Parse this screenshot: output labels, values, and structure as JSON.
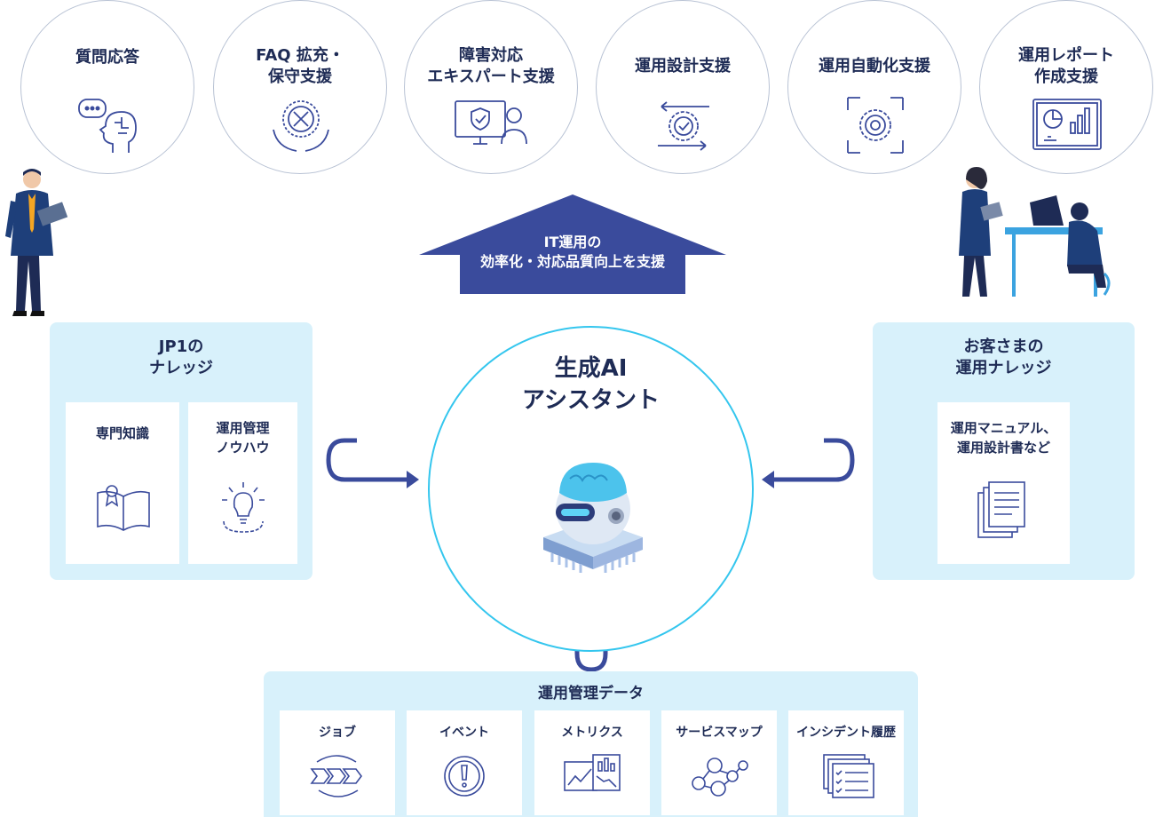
{
  "services": [
    {
      "label": "質問応答",
      "icon": "ai-head-chat-icon"
    },
    {
      "label": "FAQ 拡充・\n保守支援",
      "icon": "wrench-hands-icon"
    },
    {
      "label": "障害対応\nエキスパート支援",
      "icon": "shield-expert-monitor-icon"
    },
    {
      "label": "運用設計支援",
      "icon": "gear-cycle-icon"
    },
    {
      "label": "運用自動化支援",
      "icon": "automation-gear-icon"
    },
    {
      "label": "運用レポート\n作成支援",
      "icon": "report-chart-icon"
    }
  ],
  "arrow_text": "IT運用の\n効率化・対応品質向上を支援",
  "left_panel": {
    "title": "JP1の\nナレッジ",
    "cards": [
      {
        "label": "専門知識",
        "icon": "book-icon"
      },
      {
        "label": "運用管理\nノウハウ",
        "icon": "lightbulb-gear-icon"
      }
    ]
  },
  "center": {
    "title": "生成AI\nアシスタント",
    "icon": "ai-robot-icon"
  },
  "right_panel": {
    "title": "お客さまの\n運用ナレッジ",
    "card": {
      "label": "運用マニュアル、\n運用設計書など",
      "icon": "documents-icon"
    }
  },
  "data_panel": {
    "title": "運用管理データ",
    "cards": [
      {
        "label": "ジョブ",
        "icon": "job-flow-icon"
      },
      {
        "label": "イベント",
        "icon": "alert-icon"
      },
      {
        "label": "メトリクス",
        "icon": "metrics-chart-icon"
      },
      {
        "label": "サービスマップ",
        "icon": "service-map-icon"
      },
      {
        "label": "インシデント履歴",
        "icon": "incident-list-icon"
      }
    ]
  },
  "colors": {
    "navy": "#1e2b55",
    "arrow": "#3a4b9c",
    "panel": "#d8f1fb",
    "ring": "#34c6ee"
  }
}
